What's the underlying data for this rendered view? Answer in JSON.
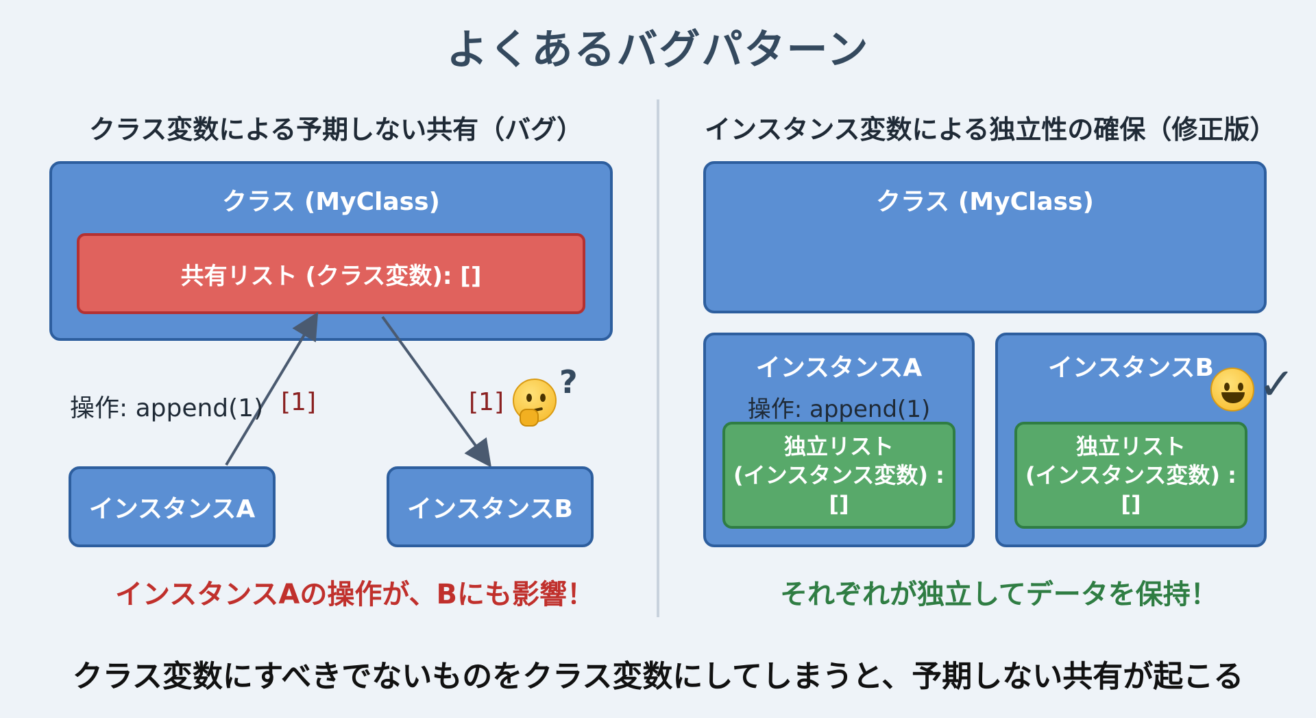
{
  "title": "よくあるバグパターン",
  "left": {
    "subtitle": "クラス変数による予期しない共有（バグ）",
    "class_label": "クラス (MyClass)",
    "shared_list": "共有リスト (クラス変数): []",
    "operation": "操作: append(1)",
    "value_a": "[1]",
    "value_b": "[1]",
    "instance_a": "インスタンスA",
    "instance_b": "インスタンスB",
    "question_mark": "?",
    "warning": "インスタンスAの操作が、Bにも影響！"
  },
  "right": {
    "subtitle": "インスタンス変数による独立性の確保（修正版）",
    "class_label": "クラス (MyClass)",
    "instance_a": {
      "label": "インスタンスA",
      "operation": "操作: append(1)",
      "list_line1": "独立リスト",
      "list_line2": "(インスタンス変数) :",
      "list_line3": "[]"
    },
    "instance_b": {
      "label": "インスタンスB",
      "list_line1": "独立リスト",
      "list_line2": "(インスタンス変数) :",
      "list_line3": "[]"
    },
    "check_mark": "✓",
    "ok_message": "それぞれが独立してデータを保持！"
  },
  "footer": "クラス変数にすべきでないものをクラス変数にしてしまうと、予期しない共有が起こる",
  "colors": {
    "blue_box": "#5b8fd3",
    "red_box": "#e0625d",
    "green_box": "#58a96a",
    "warning_text": "#c0302c",
    "ok_text": "#2f7d43"
  }
}
